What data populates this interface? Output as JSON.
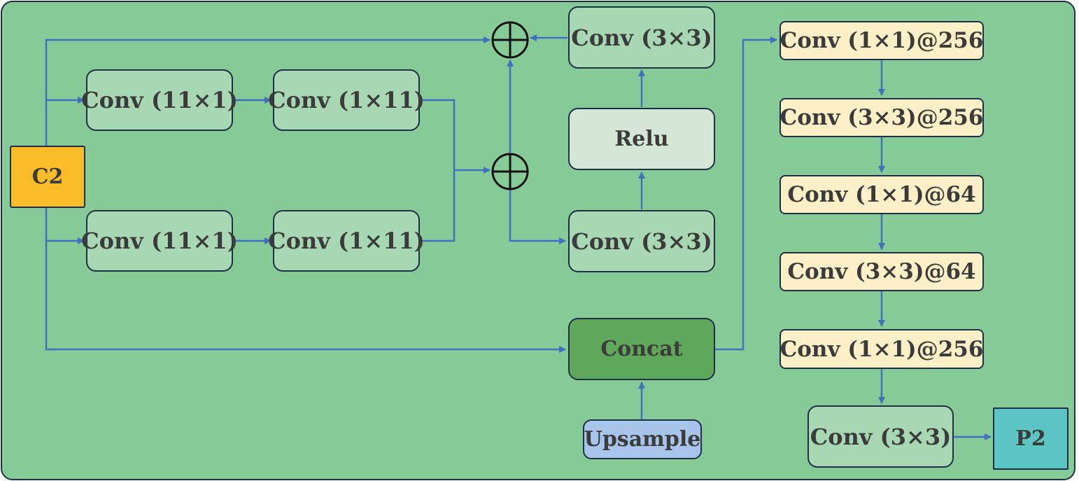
{
  "diagram": {
    "nodes": {
      "c2": "C2",
      "conv_11x1_top": "Conv (11×1)",
      "conv_1x11_top": "Conv (1×11)",
      "conv_11x1_bottom": "Conv (11×1)",
      "conv_1x11_bottom": "Conv (1×11)",
      "conv3_top": "Conv (3×3)",
      "relu": "Relu",
      "conv3_mid": "Conv (3×3)",
      "concat": "Concat",
      "upsample": "Upsample",
      "y1": "Conv (1×1)@256",
      "y2": "Conv (3×3)@256",
      "y3": "Conv (1×1)@64",
      "y4": "Conv (3×3)@64",
      "y5": "Conv (1×1)@256",
      "conv3_final": "Conv (3×3)",
      "p2": "P2"
    }
  },
  "colors": {
    "panel": "#86ca98",
    "panel_border": "#1f2f45",
    "arrow": "#4070c0",
    "conv": "#a8d8b3",
    "relu": "#d5e6d6",
    "concat": "#5fa75a",
    "upsample": "#a7c4ea",
    "yellow_block": "#fdf0c6",
    "c2": "#fbbc2a",
    "p2": "#5cc4c3"
  }
}
